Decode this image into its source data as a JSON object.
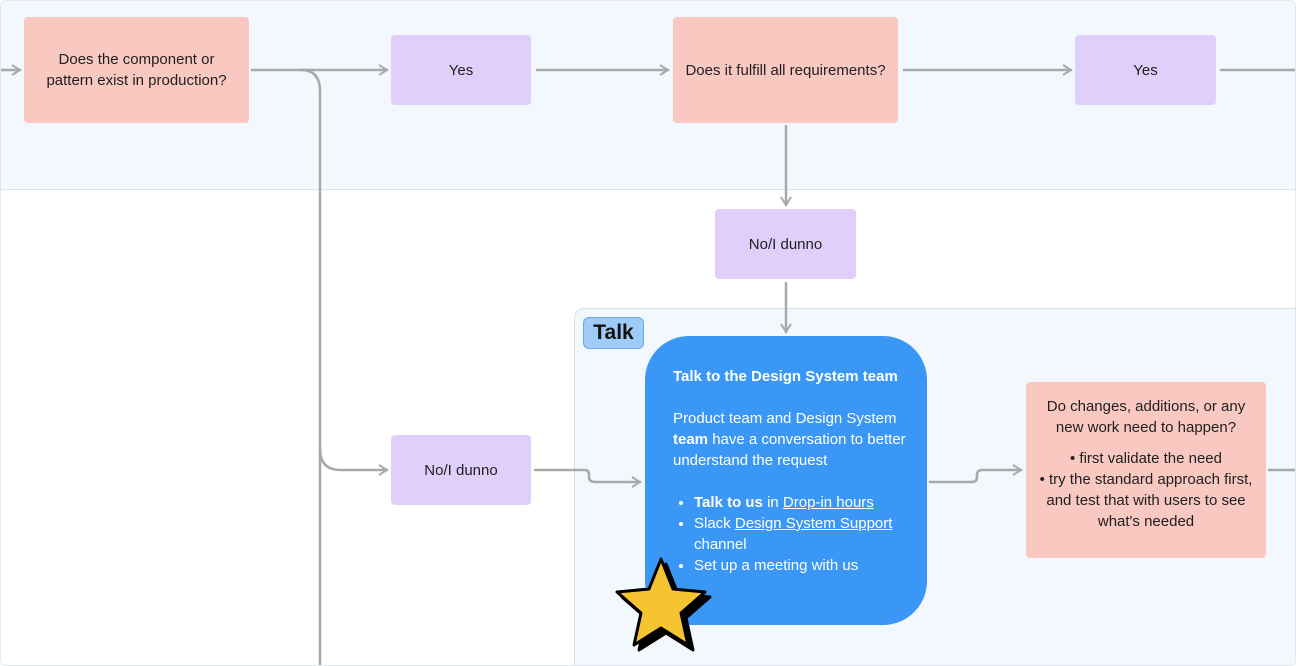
{
  "nodes": {
    "q_exists": "Does the component or pattern exist in production?",
    "yes_1": "Yes",
    "q_fulfill": "Does it fulfill all requirements?",
    "yes_2": "Yes",
    "no_dunno_1": "No/I dunno",
    "no_dunno_2": "No/I dunno"
  },
  "talk": {
    "tag": "Talk",
    "card": {
      "title": "Talk to the Design System team",
      "desc_pre": "Product team and Design System ",
      "desc_bold": "team",
      "desc_post": " have a conversation to better understand the request",
      "item1_bold": "Talk to us",
      "item1_mid": " in ",
      "item1_link": "Drop-in hours",
      "item2_pre": "Slack ",
      "item2_link": "Design System Support",
      "item2_post": " channel",
      "item3": "Set up a meeting with us"
    },
    "change": {
      "question": "Do changes, additions, or any new work need to happen?",
      "items": [
        "• first validate the need",
        "• try the standard approach first, and test that with users to see what's needed"
      ]
    }
  },
  "colors": {
    "question_node": "#f8c8c1",
    "answer_node": "#e0cffb",
    "talk_card": "#3b97f5",
    "band": "#f3f8fe",
    "connector": "#a9a9a9",
    "star": "#f6c431"
  },
  "icons": {
    "sticker": "star-icon"
  }
}
